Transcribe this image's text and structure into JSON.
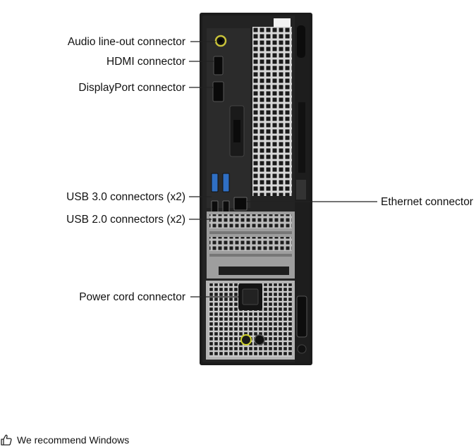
{
  "labels": {
    "audio": "Audio line-out connector",
    "hdmi": "HDMI connector",
    "displayport": "DisplayPort connector",
    "usb3": "USB 3.0 connectors (x2)",
    "usb2": "USB 2.0 connectors (x2)",
    "power": "Power cord connector",
    "ethernet": "Ethernet connector"
  },
  "footer": {
    "text": "We recommend Windows",
    "icon": "thumbs-up-icon"
  },
  "colors": {
    "chassis": "#1b1b1b",
    "panel": "#2a2a2a",
    "usb3_blue": "#2f6fc4",
    "audio_ring": "#c8c23a"
  }
}
